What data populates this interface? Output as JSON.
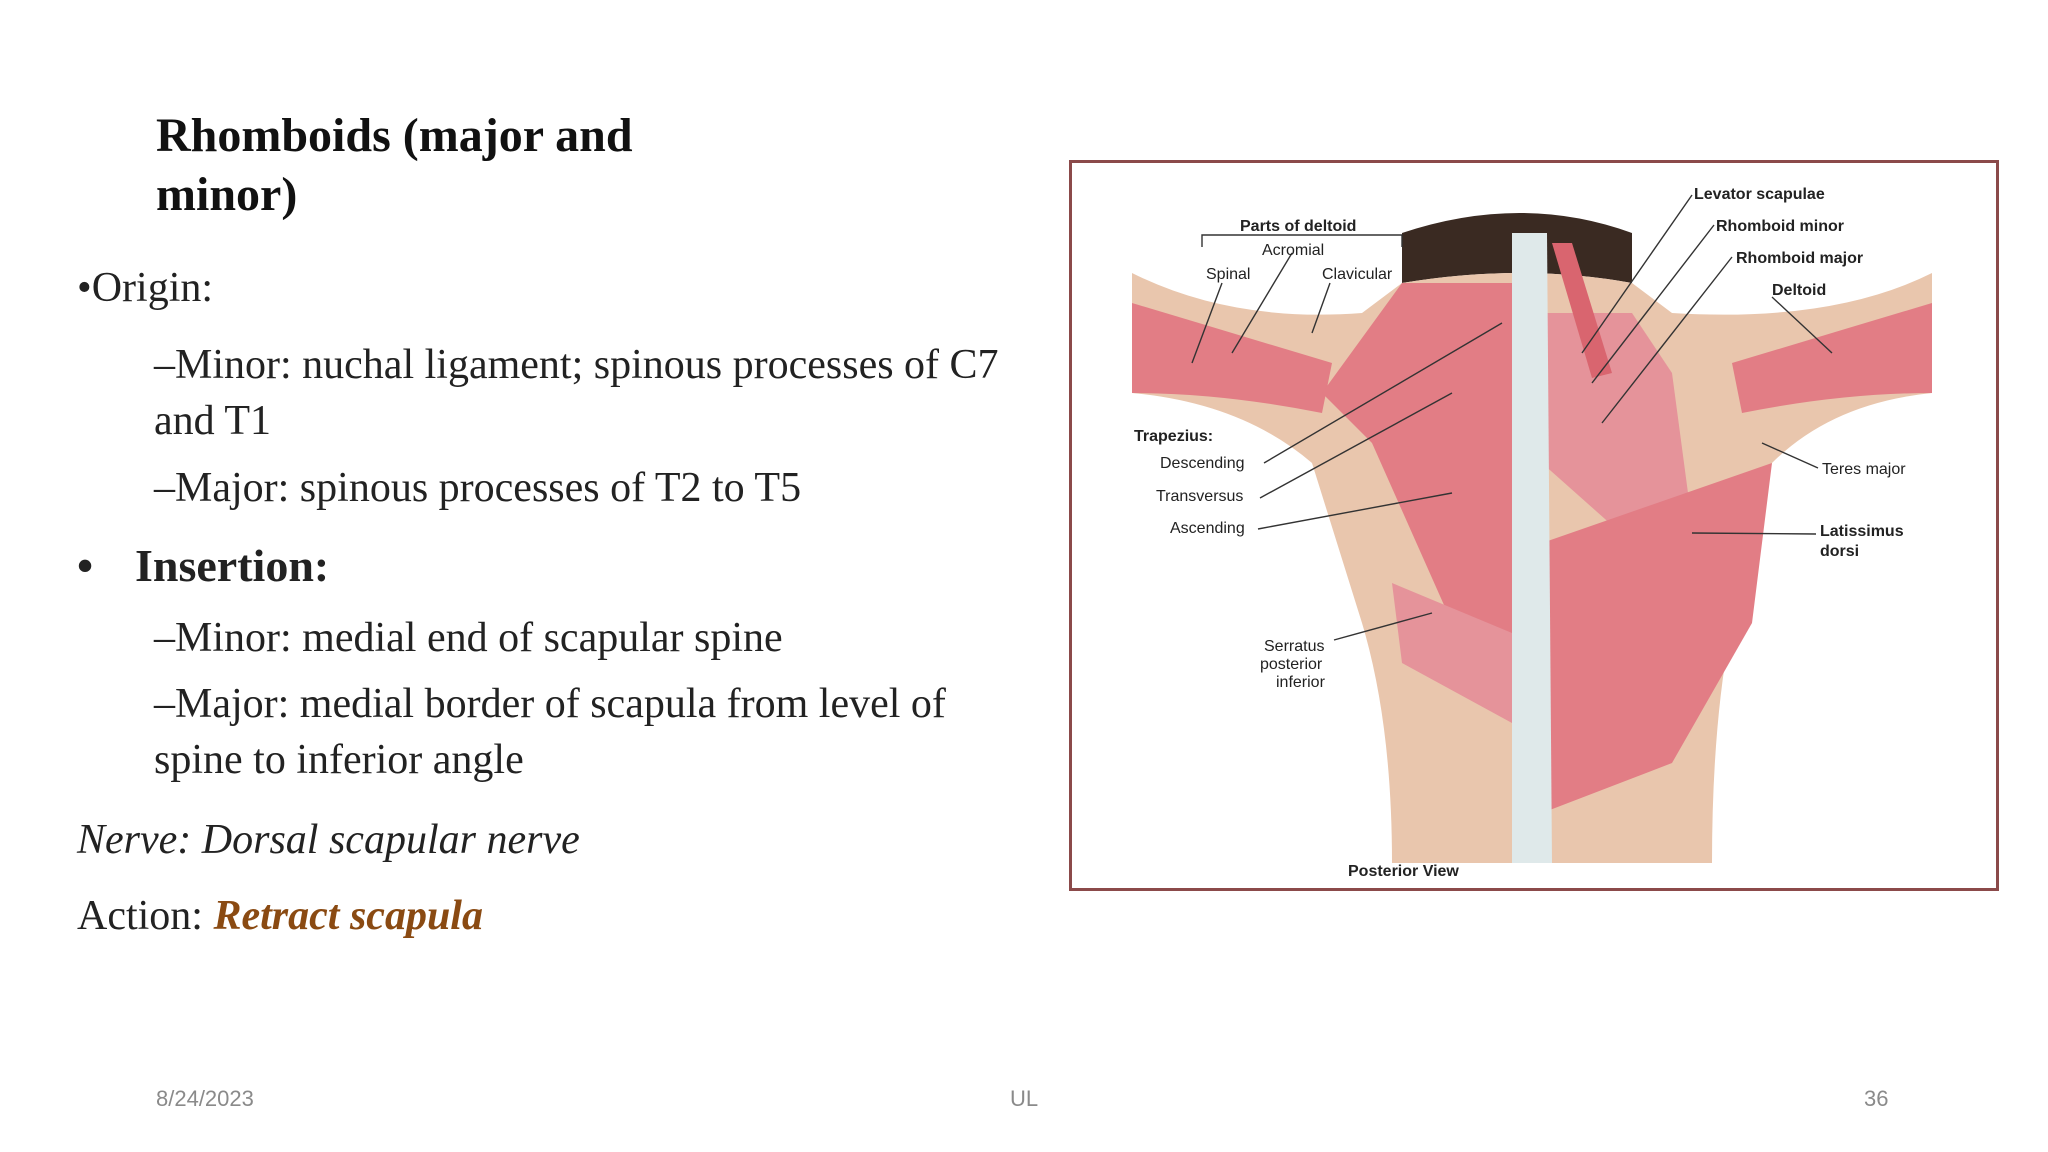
{
  "slide": {
    "title": "Rhomboids (major and minor)",
    "origin": {
      "heading": "•Origin:",
      "minor": "–Minor: nuchal ligament; spinous processes of C7 and T1",
      "major": "–Major: spinous processes of T2 to T5"
    },
    "insertion": {
      "bullet": "•",
      "heading": "Insertion:",
      "minor": "–Minor: medial end of scapular spine",
      "major": "–Major: medial border of scapula from level of spine to inferior angle"
    },
    "nerve": "Nerve: Dorsal scapular nerve",
    "action_prefix": "Action: ",
    "action_value": "Retract scapula"
  },
  "figure": {
    "labels": {
      "parts_of_deltoid": "Parts of deltoid",
      "acromial": "Acromial",
      "spinal": "Spinal",
      "clavicular": "Clavicular",
      "trapezius": "Trapezius:",
      "descending": "Descending",
      "transversus": "Transversus",
      "ascending": "Ascending",
      "serratus_1": "Serratus",
      "serratus_2": "posterior",
      "serratus_3": "inferior",
      "levator_scapulae": "Levator scapulae",
      "rhomboid_minor": "Rhomboid minor",
      "rhomboid_major": "Rhomboid major",
      "deltoid": "Deltoid",
      "teres_major": "Teres major",
      "latissimus_1": "Latissimus",
      "latissimus_2": "dorsi",
      "view": "Posterior View"
    },
    "colors": {
      "muscle": "#e27d85",
      "tendon": "#dfe9ea",
      "skin": "#e9c6ad",
      "border": "#8b4a4a"
    }
  },
  "footer": {
    "date": "8/24/2023",
    "center": "UL",
    "page": "36"
  },
  "theme": {
    "accent": "#8a4a12"
  }
}
